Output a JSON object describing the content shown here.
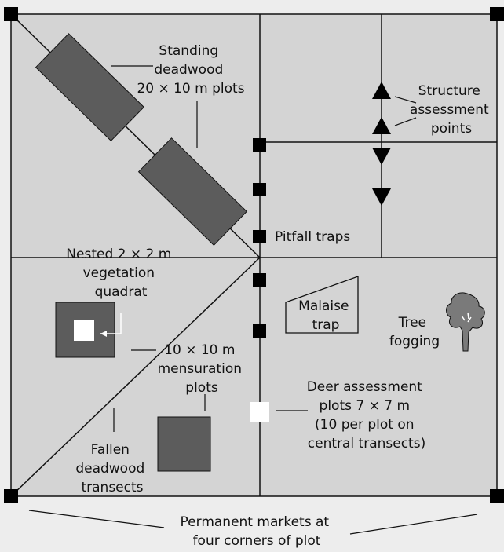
{
  "labels": {
    "standing_deadwood": [
      "Standing",
      "deadwood",
      "20 × 10 m plots"
    ],
    "structure_points": [
      "Structure",
      "assessment",
      "points"
    ],
    "pitfall_traps": [
      "Pitfall traps"
    ],
    "nested_quadrat": [
      "Nested 2 × 2 m",
      "vegetation",
      "quadrat"
    ],
    "malaise_trap": [
      "Malaise",
      "trap"
    ],
    "tree_fogging": [
      "Tree",
      "fogging"
    ],
    "mensuration_plots": [
      "10 × 10 m",
      "mensuration",
      "plots"
    ],
    "deer_assessment": [
      "Deer assessment",
      "plots 7 × 7 m",
      "(10 per plot on",
      "central transects)"
    ],
    "fallen_deadwood": [
      "Fallen",
      "deadwood",
      "transects"
    ],
    "permanent_markers": [
      "Permanent markets at",
      "four corners of plot"
    ]
  },
  "colors": {
    "background": "#ededed",
    "plot_fill": "#d4d4d4",
    "dark_plot": "#5c5c5c",
    "line": "#111111",
    "marker": "#000000",
    "white_marker": "#ffffff",
    "tree": "#7a7a7a"
  },
  "icons": {
    "tree": "tree-icon",
    "triangle_up": "triangle-up-icon",
    "triangle_down": "triangle-down-icon"
  }
}
